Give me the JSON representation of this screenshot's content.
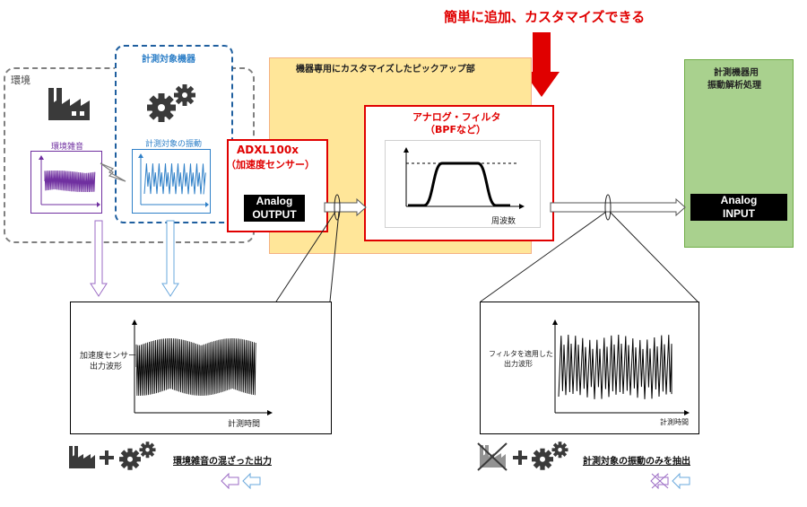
{
  "headline": "簡単に追加、カスタマイズできる",
  "environment": {
    "label": "環境",
    "noise_label": "環境雑音"
  },
  "target_device": {
    "label": "計測対象機器",
    "vibration_label": "計測対象の振動"
  },
  "pickup_section": {
    "label": "機器専用にカスタマイズしたピックアップ部"
  },
  "sensor": {
    "name": "ADXL100x",
    "subtitle": "（加速度センサー）",
    "output_line1": "Analog",
    "output_line2": "OUTPUT"
  },
  "filter": {
    "title": "アナログ・フィルタ",
    "subtitle": "（BPFなど）",
    "x_axis_label": "周波数"
  },
  "instrument": {
    "title_line1": "計測機器用",
    "title_line2": "振動解析処理",
    "input_line1": "Analog",
    "input_line2": "INPUT"
  },
  "left_plot": {
    "ylabel_line1": "加速度センサー",
    "ylabel_line2": "出力波形",
    "xlabel": "計測時間"
  },
  "right_plot": {
    "ylabel_line1": "フィルタを適用した",
    "ylabel_line2": "出力波形",
    "xlabel": "計測時間"
  },
  "left_caption": "環境雑音の混ざった出力",
  "right_caption": "計測対象の振動のみを抽出",
  "colors": {
    "red": "#e00000",
    "purple": "#7030a0",
    "blue": "#2f80c8",
    "dashed_blue": "#1f5f9f",
    "orange_fill": "#ffe699",
    "orange_border": "#f4b183",
    "green_fill": "#a9d18e",
    "green_border": "#70ad47"
  }
}
